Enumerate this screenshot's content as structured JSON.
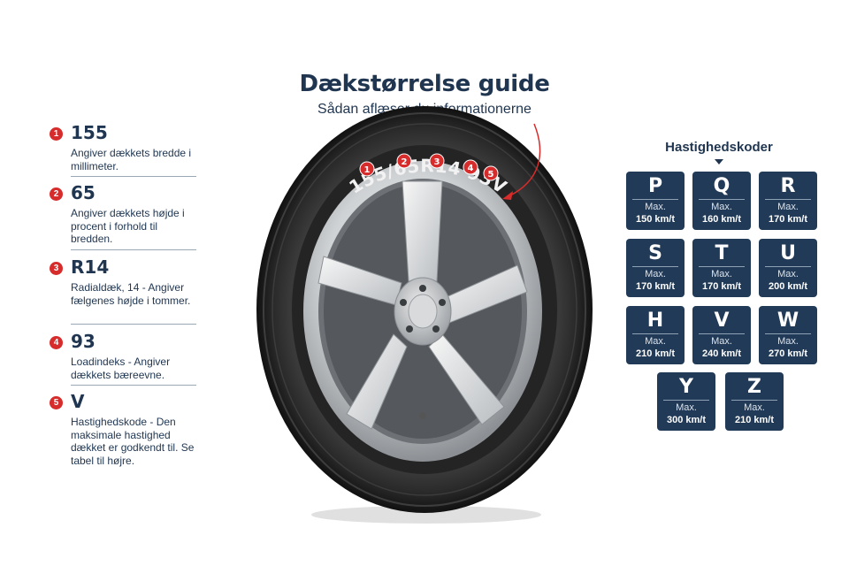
{
  "title": "Dækstørrelse guide",
  "subtitle": "Sådan aflæser du informationerne",
  "tire_marking": "155/65R14 93V",
  "tire_badges": [
    "1",
    "2",
    "3",
    "4",
    "5"
  ],
  "legend": [
    {
      "num": "1",
      "code": "155",
      "desc": "Angiver dækkets bredde i millimeter."
    },
    {
      "num": "2",
      "code": "65",
      "desc": "Angiver dækkets højde i procent i forhold til bredden."
    },
    {
      "num": "3",
      "code": "R14",
      "desc": "Radialdæk, 14 - Angiver fælgenes højde i tommer."
    },
    {
      "num": "4",
      "code": "93",
      "desc": "Loadindeks - Angiver dækkets bæreevne."
    },
    {
      "num": "5",
      "code": "V",
      "desc": "Hastighedskode - Den maksimale hastighed dækket er godkendt til. Se tabel til højre."
    }
  ],
  "speed_title": "Hastighedskoder",
  "speed_codes": [
    {
      "letter": "P",
      "max": "Max.",
      "speed": "150 km/t"
    },
    {
      "letter": "Q",
      "max": "Max.",
      "speed": "160 km/t"
    },
    {
      "letter": "R",
      "max": "Max.",
      "speed": "170 km/t"
    },
    {
      "letter": "S",
      "max": "Max.",
      "speed": "170 km/t"
    },
    {
      "letter": "T",
      "max": "Max.",
      "speed": "170 km/t"
    },
    {
      "letter": "U",
      "max": "Max.",
      "speed": "200 km/t"
    },
    {
      "letter": "H",
      "max": "Max.",
      "speed": "210 km/t"
    },
    {
      "letter": "V",
      "max": "Max.",
      "speed": "240 km/t"
    },
    {
      "letter": "W",
      "max": "Max.",
      "speed": "270 km/t"
    },
    {
      "letter": "Y",
      "max": "Max.",
      "speed": "300 km/t"
    },
    {
      "letter": "Z",
      "max": "Max.",
      "speed": "210 km/t"
    }
  ],
  "colors": {
    "navy": "#213a57",
    "text": "#1f3550",
    "badge_red": "#d62c2b"
  }
}
